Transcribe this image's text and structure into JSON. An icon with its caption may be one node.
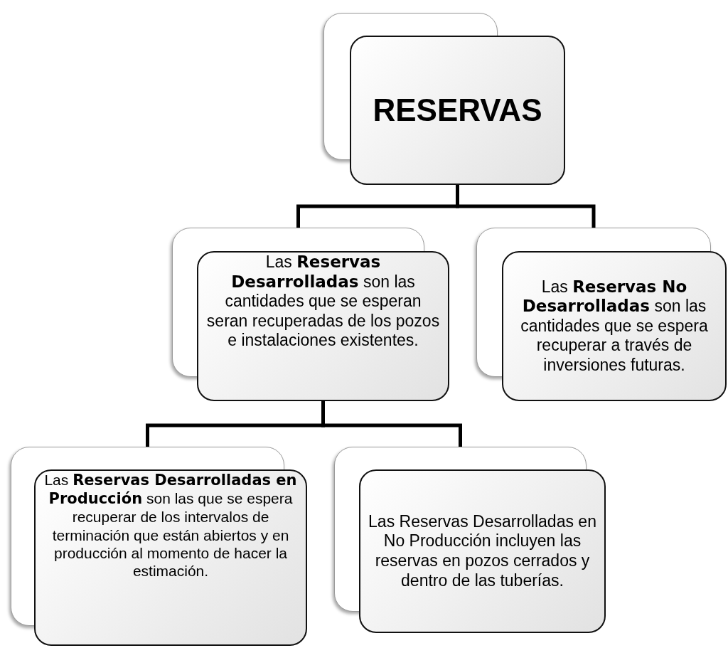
{
  "diagram": {
    "nodes": [
      {
        "text": [
          "RESERVAS"
        ]
      },
      {
        "text": [
          "Las **Reservas Desarrolladas** son las cantidades que se esperan seran recuperadas de los pozos e instalaciones existentes."
        ]
      },
      {
        "text": [
          "Las **Reservas No Desarrolladas** son las cantidades que se espera recuperar a través de inversiones futuras."
        ]
      },
      {
        "text": [
          "Las **Reservas Desarrolladas en Producción** son las que se espera recuperar de los intervalos de terminación que están abiertos y en producción al momento de hacer la estimación."
        ]
      },
      {
        "text": [
          "Las Reservas Desarrolladas en No Producción incluyen las reservas en pozos cerrados y dentro de las tuberías."
        ]
      }
    ],
    "edges": [
      {
        "from": 0,
        "to": 1,
        "arrow": "none"
      },
      {
        "from": 0,
        "to": 2,
        "arrow": "none"
      },
      {
        "from": 1,
        "to": 3,
        "arrow": "none"
      },
      {
        "from": 1,
        "to": 4,
        "arrow": "none"
      }
    ]
  }
}
